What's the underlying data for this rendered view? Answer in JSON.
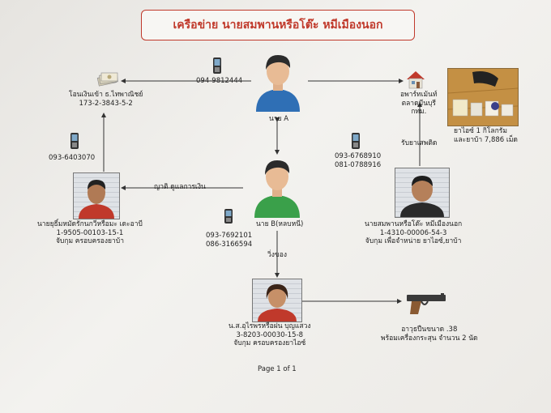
{
  "title": "เครือข่าย นายสมพานหรือโต๊ะ หมีเมืองนอก",
  "person_a": {
    "label": "นาย A"
  },
  "person_b": {
    "label": "นาย B(หลบหนี)",
    "phone1": "093-7692101",
    "phone2": "086-3166594"
  },
  "transfer": {
    "line1": "โอนเงินเข้า ธ.ไทพาณิชย์",
    "line2": "173-2-3843-5-2"
  },
  "phone_a_top": "094-9812444",
  "phone_left": "093-6403070",
  "phone_right": {
    "line1": "093-6768910",
    "line2": "081-0788916"
  },
  "apartment": {
    "line1": "อพาร์ทเม้นท์",
    "line2": "ตลาดมีนบุรี",
    "line3": "กทม."
  },
  "receive_drugs": "รับยาเสพติด",
  "drugs_seized": {
    "line1": "ยาไอซ์ 1 กิโลกรัม",
    "line2": "และยาบ้า 7,886 เม็ด"
  },
  "relative_label": "ญาติ ดูแลการเงิน",
  "suspect_left": {
    "name": "นายยุธิ์มหมัดรักนกวีหรือมะ เดะอาบี",
    "id": "1-9505-00103-15-1",
    "charge": "จับกุม ครอบครองยาบ้า"
  },
  "suspect_right": {
    "name": "นายสมพานหรือโต๊ะ หมีเมืองนอก",
    "id": "1-4310-00006-54-3",
    "charge": "จับกุม เพื่อจำหน่าย ยาไอซ์,ยาบ้า"
  },
  "errand_label": "วิ่งของ",
  "suspect_bottom": {
    "name": "น.ส.อุไรพรหรือฝน บุญแสวง",
    "id": "3-8203-00030-15-8",
    "charge": "จับกุม ครอบครองยาไอซ์"
  },
  "gun": {
    "line1": "อาวุธปืนขนาด .38",
    "line2": "พร้อมเครื่องกระสุน จำนวน 2 นัด"
  },
  "page": "Page 1 of 1",
  "colors": {
    "title_red": "#c0392b",
    "shirt_blue": "#2f6fb5",
    "shirt_green": "#3aa04a"
  },
  "icons": [
    "mobile-phone-icon",
    "money-stack-icon",
    "house-icon",
    "handgun-icon"
  ]
}
